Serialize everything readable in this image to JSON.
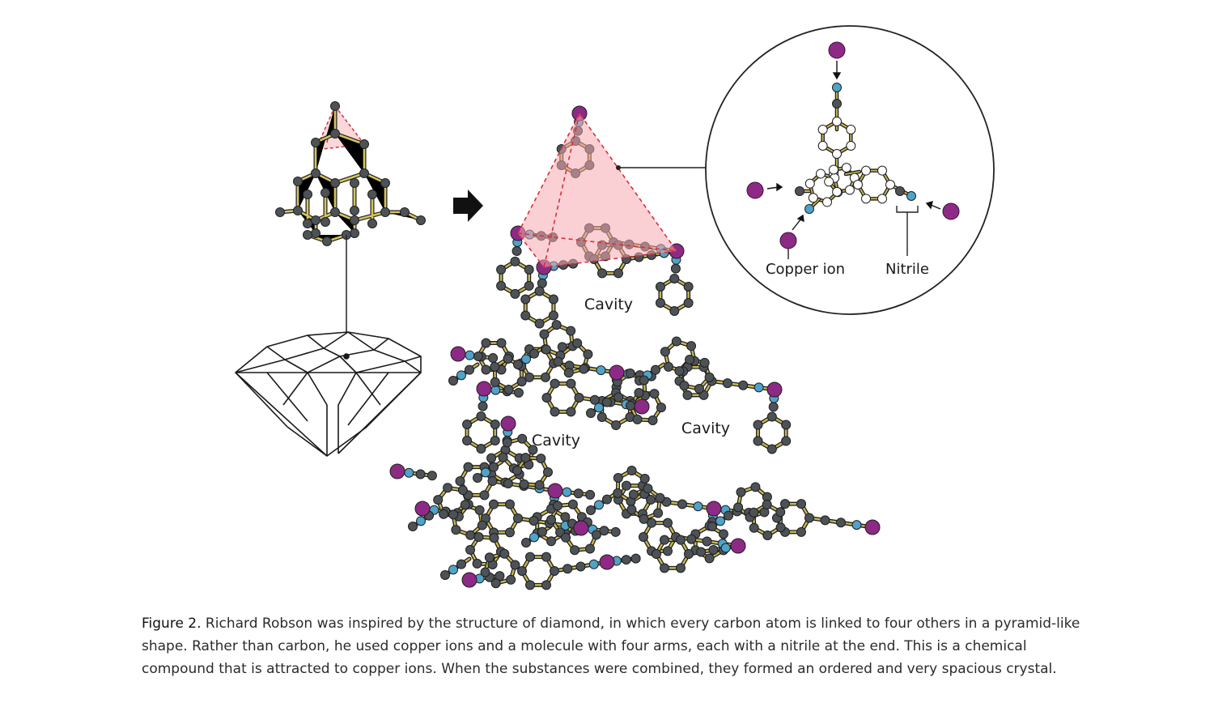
{
  "labels": {
    "cavity_top": "Cavity",
    "cavity_left": "Cavity",
    "cavity_right": "Cavity",
    "copper_ion": "Copper ion",
    "nitrile": "Nitrile"
  },
  "caption": {
    "figure_label": "Figure 2.",
    "text": " Richard Robson was inspired by the structure of diamond, in which every carbon atom is linked to four others in a pyramid-like shape. Rather than carbon, he used copper ions and a molecule with four arms, each with a nitrile at the end. This is a chemical compound that is attracted to copper ions. When the substances were combined, they formed an ordered and very spacious crystal."
  },
  "colors": {
    "carbon": "#4d5257",
    "nitrogen": "#4fa3c9",
    "copper": "#8c2a86",
    "bond": "#c9b84e",
    "tetrahedron_fill": "#f6c6cc",
    "tetrahedron_edge": "#d6303a",
    "line": "#222222"
  }
}
